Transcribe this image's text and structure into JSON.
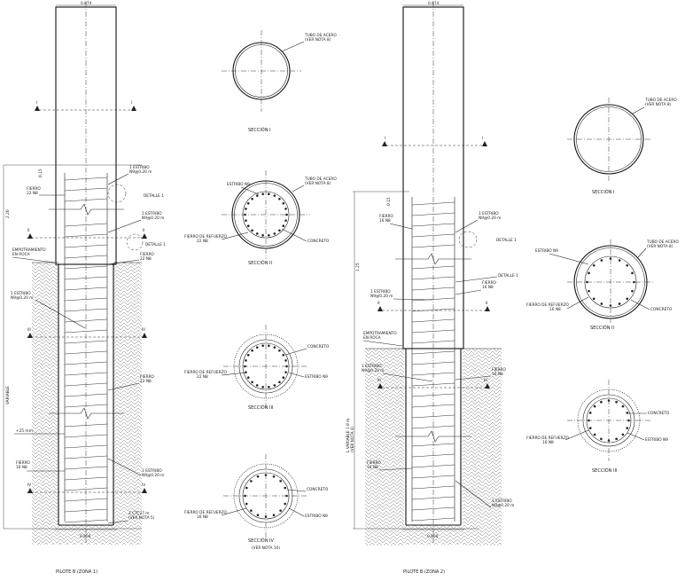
{
  "zone1": {
    "pile_title": "PILOTE B (ZONA 1)",
    "top_width": "0.874",
    "bottom_width": "0.800",
    "dim_upper": "2.20",
    "dim_lower": "VARIABLE",
    "dim_small": "0.15",
    "lbl_estribo_top": [
      "1 ESTRIBO",
      "N9@0.20 m"
    ],
    "lbl_fierro_22_a": [
      "FIERRO",
      "22 N8"
    ],
    "lbl_detalle_1a": "DETALLE 1",
    "lbl_estribo_mid": [
      "1 ESTRIBO",
      "N9@0.20 m"
    ],
    "lbl_detalle_1b": "DETALLE 1",
    "lbl_fierro_22_b": [
      "FIERRO",
      "22 N8"
    ],
    "lbl_empotramiento": [
      "EMPOTRAMIENTO",
      "EN ROCA"
    ],
    "lbl_estribo_left": [
      "1 ESTRIBO",
      "N9@0.20 m"
    ],
    "lbl_fierro_22_c": [
      "FIERRO",
      "22 N8"
    ],
    "lbl_25mm": "+25 mm",
    "lbl_fierro_16": [
      "FIERRO",
      "16 N8"
    ],
    "lbl_estribo_low": [
      "1 ESTRIBO",
      "N9@0.20 m"
    ],
    "lbl_nota": [
      "2 CTC27 m",
      "(VER NOTA 5)"
    ],
    "marks": [
      "I",
      "II",
      "III",
      "IV"
    ]
  },
  "sections1": {
    "s1_title": "SECCIÓN I",
    "s1_tubo": [
      "TUBO DE ACERO",
      "(VER NOTA 8)"
    ],
    "s2_title": "SECCIÓN II",
    "s2_estribo": "ESTRIBO N9",
    "s2_tubo": [
      "TUBO DE ACERO",
      "(VER NOTA 8)"
    ],
    "s2_fierro": [
      "FIERRO DE REFUERZO",
      "22 N8"
    ],
    "s2_concreto": "CONCRETO",
    "s3_title": "SECCIÓN III",
    "s3_concreto": "CONCRETO",
    "s3_fierro": [
      "FIERRO DE REFUERZO",
      "22 N8"
    ],
    "s3_estribo": "ESTRIBO N9",
    "s4_title": "SECCIÓN IV",
    "s4_note": "(VER NOTA 10)",
    "s4_concreto": "CONCRETO",
    "s4_fierro": [
      "FIERRO DE REFUERZO",
      "16 N8"
    ],
    "s4_estribo": "ESTRIBO N9"
  },
  "zone2": {
    "pile_title": "PILOTE B (ZONA 2)",
    "top_width": "0.874",
    "bottom_width": "0.800",
    "dim_upper": "1.25",
    "dim_lower": [
      "L VARIABLE 1.8 m",
      "(VER NOTA 4)"
    ],
    "dim_small": "0.15",
    "lbl_fierro_16_a": [
      "FIERRO",
      "16 N8"
    ],
    "lbl_estribo_top": [
      "1 ESTRIBO",
      "N9@0.20 m"
    ],
    "lbl_detalle_1a": "DETALLE 1",
    "lbl_detalle_1b": "DETALLE 1",
    "lbl_estribo_mid": [
      "1 ESTRIBO",
      "N9@0.20 m"
    ],
    "lbl_fierro_16_b": [
      "FIERRO",
      "16 N8"
    ],
    "lbl_empotramiento": [
      "EMPOTRAMIENTO",
      "EN ROCA"
    ],
    "lbl_estribo_left": [
      "1 ESTRIBO",
      "N9@0.20 m"
    ],
    "lbl_fierro_16_c": [
      "FIERRO",
      "16 N8"
    ],
    "lbl_fierro_16_d": [
      "FIERRO",
      "16 N8"
    ],
    "lbl_estribo_low": [
      "1 ESTRIBO",
      "N9@0.20 m"
    ],
    "marks": [
      "I",
      "II",
      "III"
    ]
  },
  "sections2": {
    "s1_title": "SECCIÓN I",
    "s1_tubo": [
      "TUBO DE ACERO",
      "(VER NOTA 8)"
    ],
    "s2_title": "SECCIÓN II",
    "s2_estribo": "ESTRIBO N9",
    "s2_tubo": [
      "TUBO DE ACERO",
      "(VER NOTA 8)"
    ],
    "s2_fierro": [
      "FIERRO DE REFUERZO",
      "16 N8"
    ],
    "s2_concreto": "CONCRETO",
    "s3_title": "SECCIÓN III",
    "s3_concreto": "CONCRETO",
    "s3_fierro": [
      "FIERRO DE REFUERZO",
      "16 N8"
    ],
    "s3_estribo": "ESTRIBO N9"
  }
}
